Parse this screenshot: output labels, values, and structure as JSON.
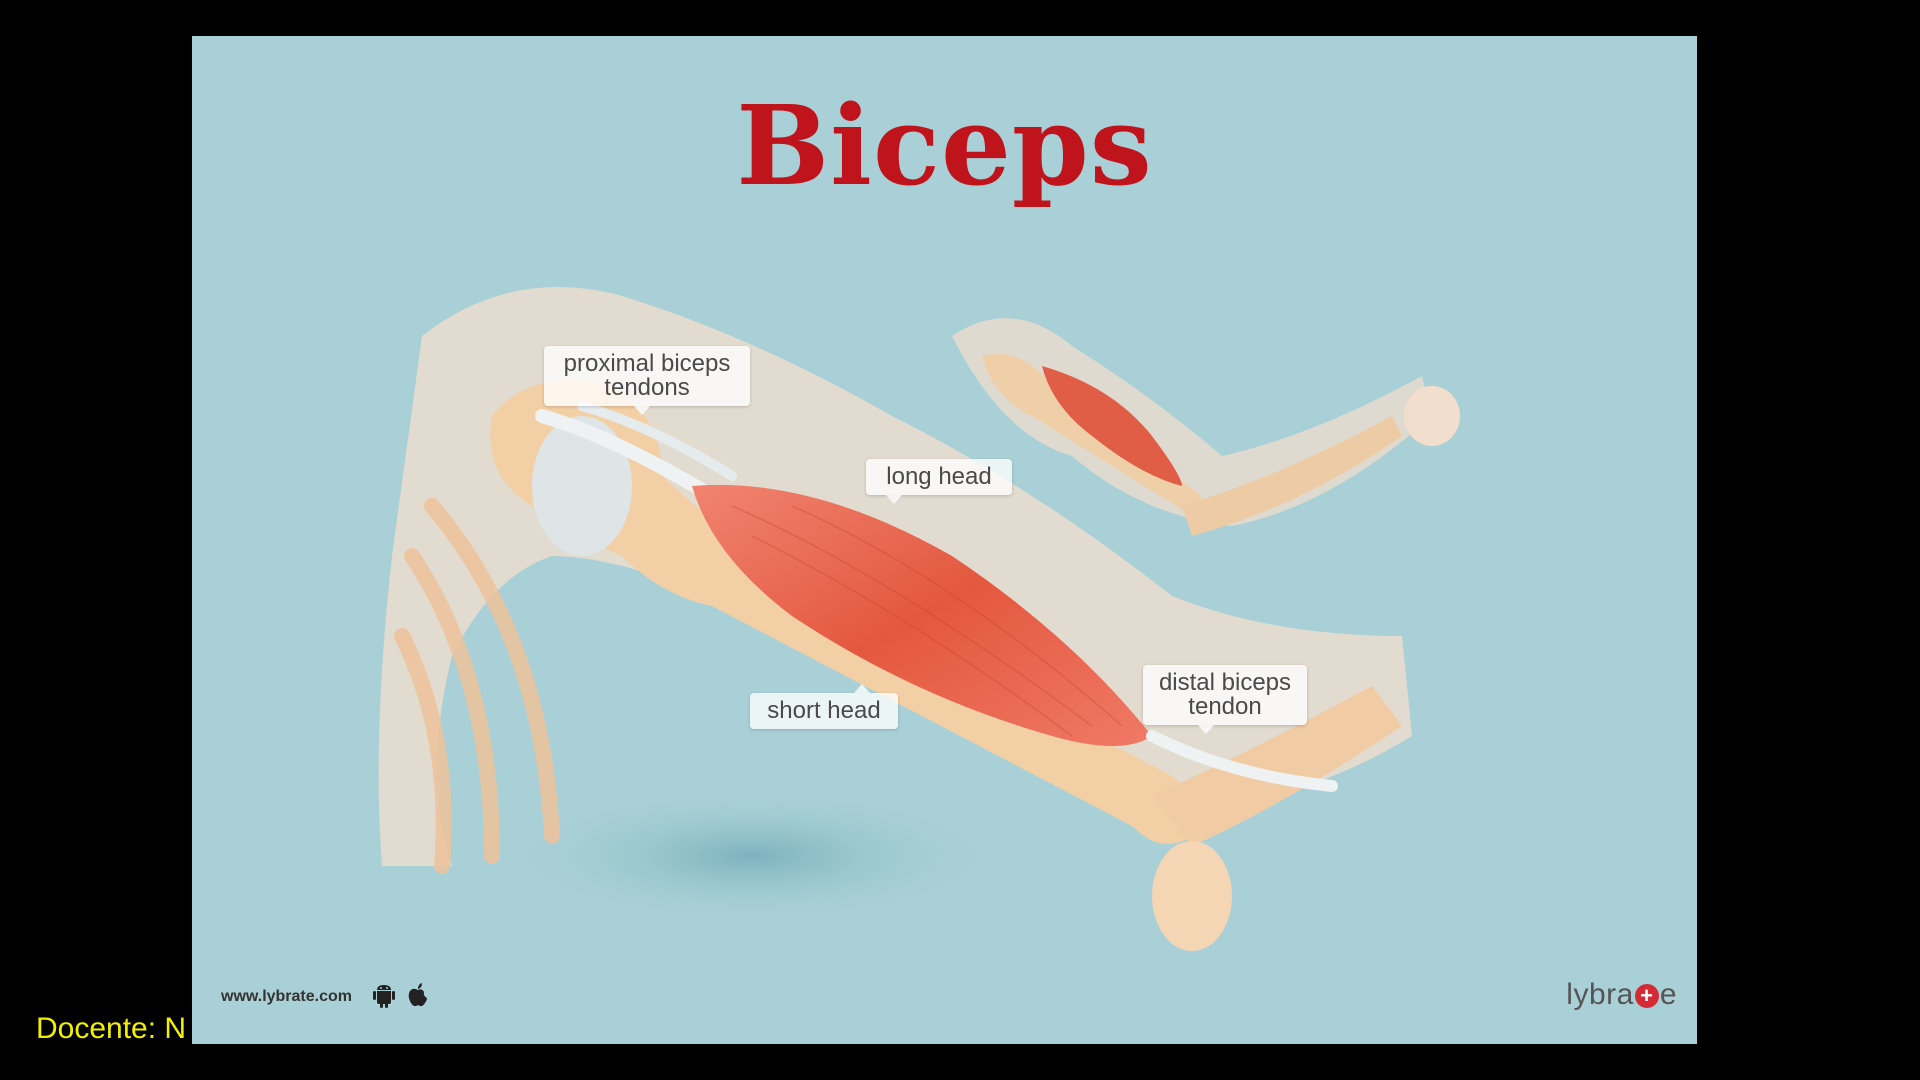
{
  "slide": {
    "title": "Biceps",
    "labels": {
      "proximal": "proximal biceps\ntendons",
      "long_head": "long head",
      "short_head": "short head",
      "distal": "distal biceps\ntendon"
    },
    "footer_url": "www.lybrate.com",
    "footer_icons": [
      "android-icon",
      "apple-icon"
    ],
    "brand_left": "lybra",
    "brand_plus": "+",
    "brand_right": "e"
  },
  "overlay": {
    "docente": "Docente: N"
  },
  "colors": {
    "background": "#000000",
    "slide_bg": "#a9d0d6",
    "title": "#c0141c",
    "muscle": "#e8604e",
    "bone": "#f3d2ae",
    "docente": "#f2f000"
  }
}
